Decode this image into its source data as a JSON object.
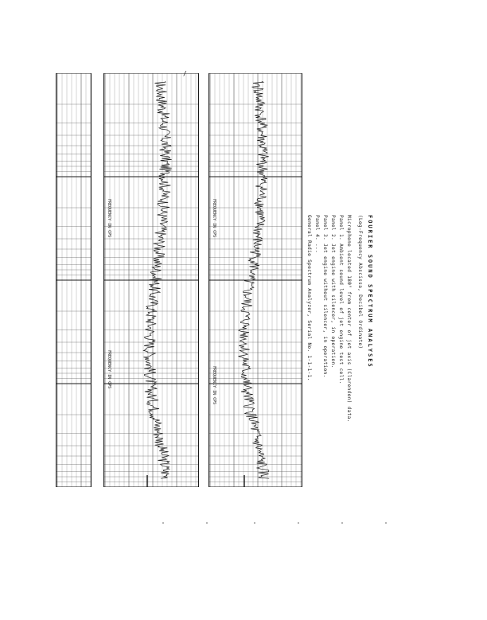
{
  "caption": {
    "title": "FOURIER SOUND SPECTRUM ANALYSES",
    "subtitle": "(Log-Frequency Abscissa, Decibel Ordinate)",
    "lines": [
      "Microphone located 180° from center of jet axis (Clarendon) data.",
      "Panel 1. Ambient sound level of jet engine test cell.",
      "Panel 2. Jet engine with silencer, in operation.",
      "Panel 3. Jet engine without silencer, in operation.",
      "Panel 4. ...",
      "General Radio Spectrum Analyzer, Serial No. 1-1-1-1."
    ]
  },
  "axis_labels": {
    "frequency_cps": "FREQUENCY IN CPS"
  },
  "colors": {
    "ink": "#1a1a1a",
    "grid": "#555555",
    "paper": "#ffffff"
  }
}
